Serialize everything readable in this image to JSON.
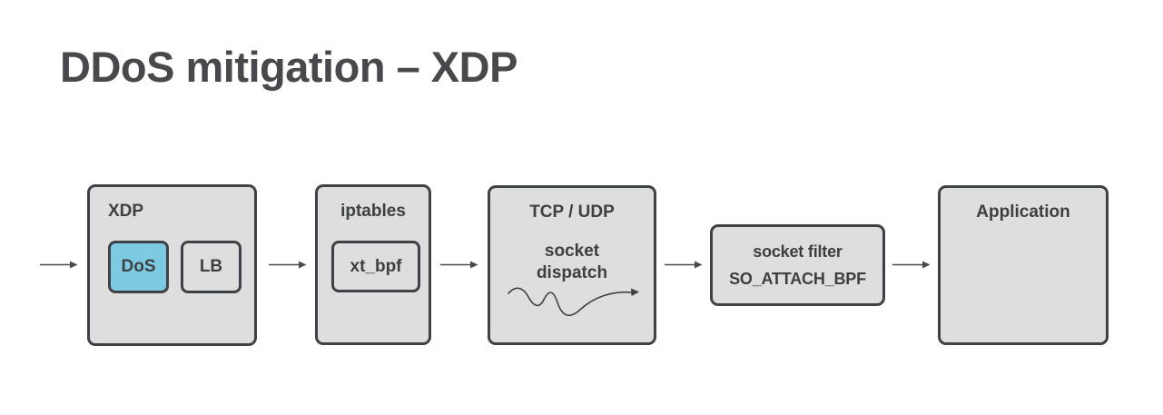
{
  "title": "DDoS mitigation – XDP",
  "colors": {
    "background": "#ffffff",
    "box_fill": "#dedede",
    "highlight_fill": "#7dcbe2",
    "stroke": "#3e4145",
    "text": "#3d4043",
    "title_text": "#47494c"
  },
  "nodes": {
    "xdp": {
      "label": "XDP",
      "dos": "DoS",
      "lb": "LB"
    },
    "iptables": {
      "label": "iptables",
      "xt_bpf": "xt_bpf"
    },
    "tcp_udp": {
      "label": "TCP / UDP",
      "line1": "socket",
      "line2": "dispatch"
    },
    "socket_filter": {
      "line1": "socket filter",
      "line2": "SO_ATTACH_BPF"
    },
    "application": {
      "label": "Application"
    }
  }
}
